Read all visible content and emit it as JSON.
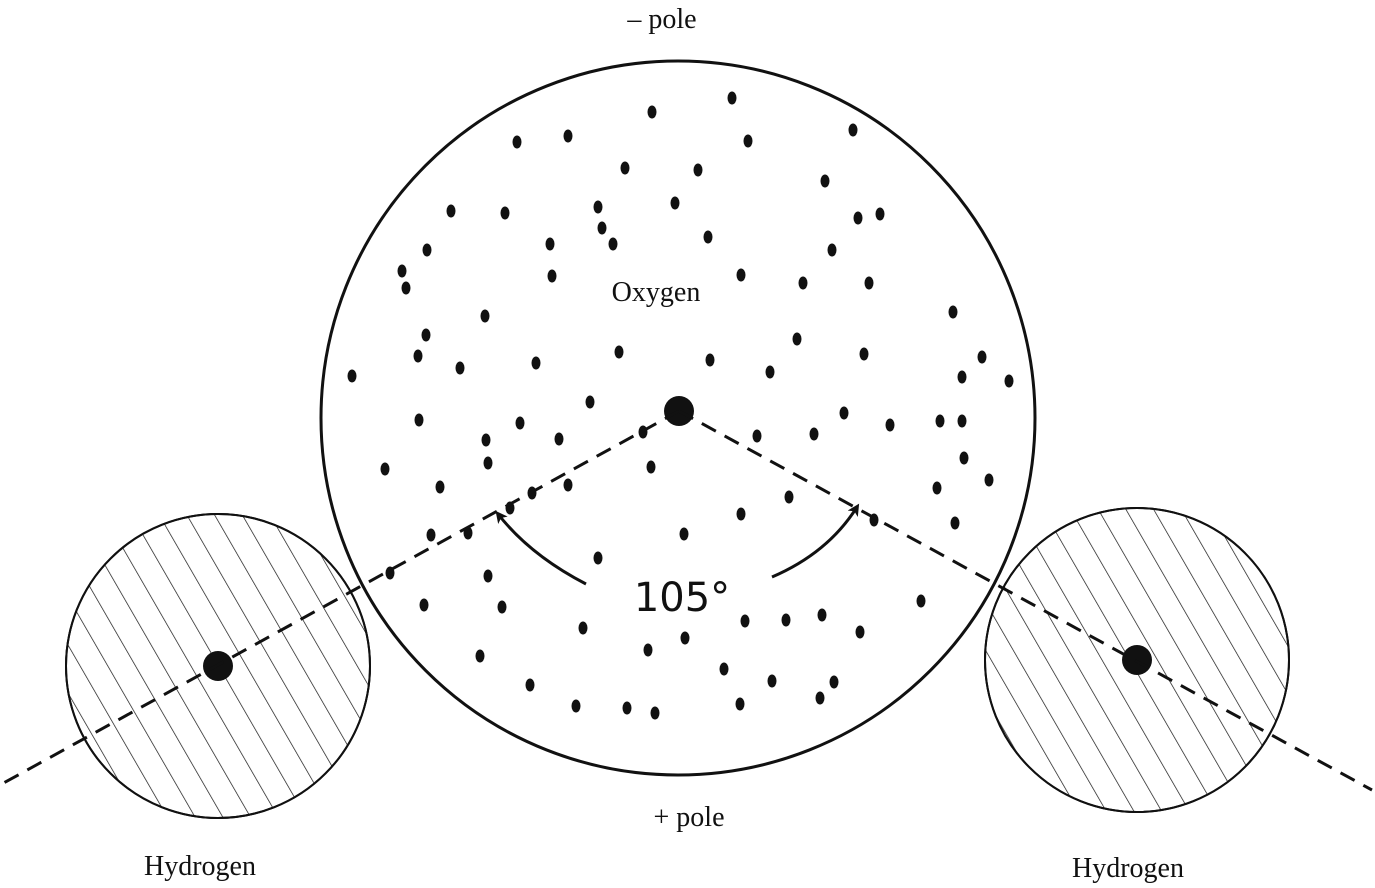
{
  "labels": {
    "negative_pole": "– pole",
    "positive_pole": "+ pole",
    "oxygen": "Oxygen",
    "hydrogen_left": "Hydrogen",
    "hydrogen_right": "Hydrogen",
    "bond_angle": "105°"
  },
  "colors": {
    "ink": "#111111",
    "background": "#ffffff"
  }
}
